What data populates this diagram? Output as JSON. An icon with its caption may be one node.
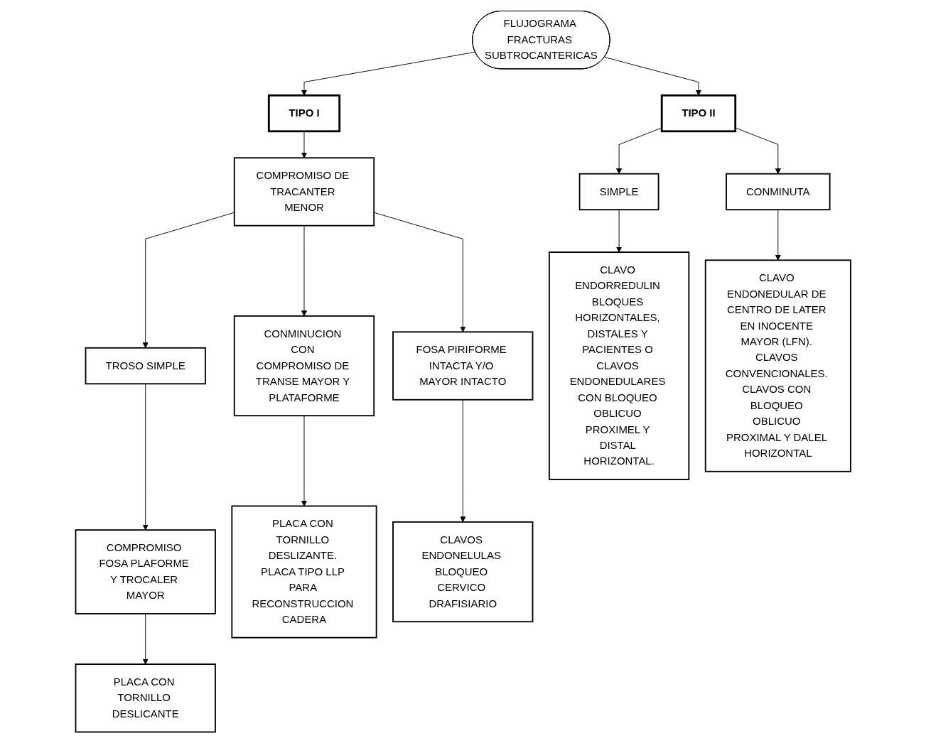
{
  "diagram": {
    "nodes": [
      {
        "text": [
          "FLUJOGRAMA FRACTURAS SUBTROCANTERICAS"
        ]
      },
      {
        "text": [
          "TIPO I"
        ]
      },
      {
        "text": [
          "TIPO II"
        ]
      },
      {
        "text": [
          "COMPROMISO DE TRACANTER MENOR"
        ]
      },
      {
        "text": [
          "SIMPLE"
        ]
      },
      {
        "text": [
          "CONMINUTA"
        ]
      },
      {
        "text": [
          "TROSO SIMPLE"
        ]
      },
      {
        "text": [
          "CONMINUCION CON COMPROMISO DE TRANSE MAYOR Y PLATAFORME"
        ]
      },
      {
        "text": [
          "FOSA PIRIFORME INTACTA Y/O MAYOR INTACTO"
        ]
      },
      {
        "text": [
          "CLAVO ENDORREDULIN BLOQUES HORIZONTALES, DISTALES Y PACIENTES O CLAVOS ENDONEDULARES CON BLOQUEO OBLICUO PROXIMEL Y DISTAL HORIZONTAL."
        ]
      },
      {
        "text": [
          "CLAVO ENDONEDULAR DE CENTRO DE LATER EN INOCENTE MAYOR (LFN). CLAVOS CONVENCIONALES. CLAVOS CON BLOQUEO OBLICUO PROXIMAL Y DALEL HORIZONTAL"
        ]
      },
      {
        "text": [
          "COMPROMISO FOSA PLAFORME Y TROCALER MAYOR"
        ]
      },
      {
        "text": [
          "PLACA CON TORNILLO DESLIZANTE. PLACA TIPO LLP PARA RECONSTRUCCION CADERA"
        ]
      },
      {
        "text": [
          "CLAVOS ENDONELULAS BLOQUEO CERVICO DRAFISIARIO"
        ]
      },
      {
        "text": [
          "PLACA CON TORNILLO DESLICANTE"
        ]
      }
    ],
    "edges": [
      {
        "from": 0,
        "to": 1,
        "arrow": "to"
      },
      {
        "from": 0,
        "to": 2,
        "arrow": "to"
      },
      {
        "from": 1,
        "to": 3,
        "arrow": "to"
      },
      {
        "from": 2,
        "to": 4,
        "arrow": "to"
      },
      {
        "from": 2,
        "to": 5,
        "arrow": "to"
      },
      {
        "from": 3,
        "to": 6,
        "arrow": "to"
      },
      {
        "from": 3,
        "to": 7,
        "arrow": "to"
      },
      {
        "from": 3,
        "to": 8,
        "arrow": "to"
      },
      {
        "from": 4,
        "to": 9,
        "arrow": "to"
      },
      {
        "from": 5,
        "to": 10,
        "arrow": "to"
      },
      {
        "from": 6,
        "to": 11,
        "arrow": "to"
      },
      {
        "from": 7,
        "to": 12,
        "arrow": "to"
      },
      {
        "from": 8,
        "to": 13,
        "arrow": "to"
      },
      {
        "from": 11,
        "to": 14,
        "arrow": "to"
      }
    ]
  }
}
